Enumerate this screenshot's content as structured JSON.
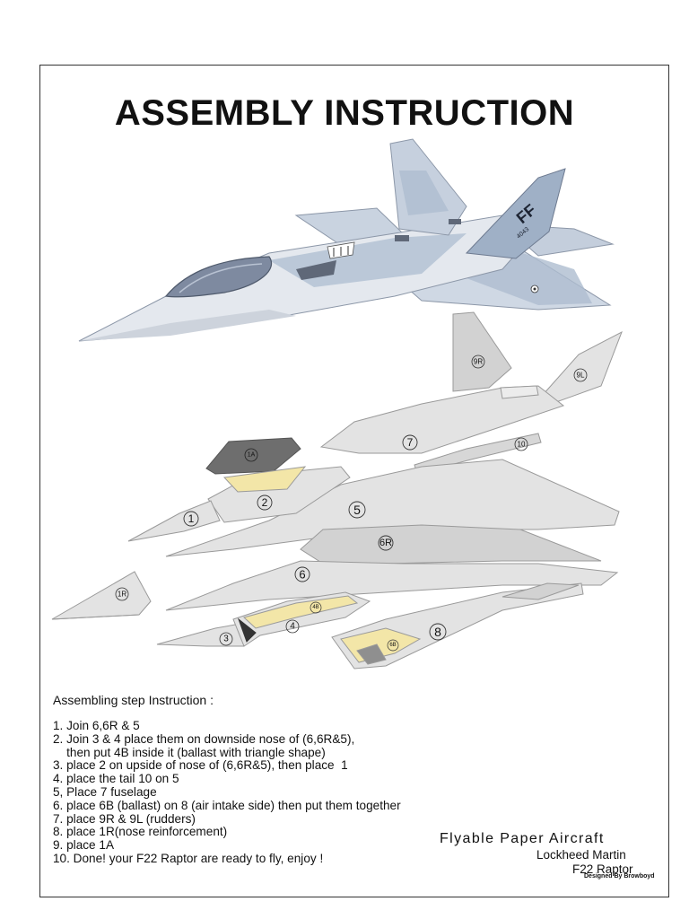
{
  "title": "ASSEMBLY INSTRUCTION",
  "aircraft_photo": {
    "tail_marking": "FF",
    "tail_number": "4043"
  },
  "parts": {
    "p1": "1",
    "p1A": "1A",
    "p1R": "1R",
    "p2": "2",
    "p3": "3",
    "p4": "4",
    "p4B": "4B",
    "p5": "5",
    "p6": "6",
    "p6R": "6R",
    "p6B": "6B",
    "p7": "7",
    "p8": "8",
    "p9R": "9R",
    "p9L": "9L",
    "p10": "10"
  },
  "instructions": {
    "heading": "Assembling step Instruction :",
    "steps": [
      "1. Join 6,6R & 5",
      "2. Join 3 & 4 place them on downside nose of (6,6R&5),",
      "    then put 4B inside it (ballast with triangle shape)",
      "3. place 2 on upside of nose of (6,6R&5), then place  1",
      "4. place the tail 10 on 5",
      "5, Place 7 fuselage",
      "6. place 6B (ballast) on 8 (air intake side) then put them together",
      "7. place 9R & 9L (rudders)",
      "8. place 1R(nose reinforcement)",
      "9. place 1A",
      "10. Done! your F22 Raptor are ready to fly, enjoy !"
    ]
  },
  "credits": {
    "title": "Flyable Paper Aircraft",
    "maker": "Lockheed Martin",
    "model": "F22 Raptor",
    "designer": "Designed By Browboyd"
  },
  "colors": {
    "part_fill": "#e3e3e3",
    "part_dark": "#d2d2d2",
    "part_stroke": "#9a9a9a",
    "ballast_yellow": "#f3e6a8",
    "canopy_gray": "#6e6e6e",
    "jet_body": "#dfe4ec",
    "jet_camo": "#aebdd0"
  }
}
